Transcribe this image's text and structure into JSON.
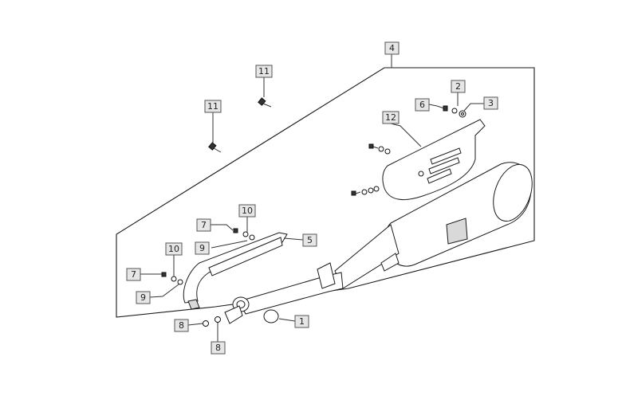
{
  "callouts": [
    {
      "id": "c4",
      "label": "4"
    },
    {
      "id": "c11a",
      "label": "11"
    },
    {
      "id": "c11b",
      "label": "11"
    },
    {
      "id": "c2",
      "label": "2"
    },
    {
      "id": "c6",
      "label": "6"
    },
    {
      "id": "c3",
      "label": "3"
    },
    {
      "id": "c12",
      "label": "12"
    },
    {
      "id": "c7a",
      "label": "7"
    },
    {
      "id": "c10a",
      "label": "10"
    },
    {
      "id": "c9a",
      "label": "9"
    },
    {
      "id": "c5",
      "label": "5"
    },
    {
      "id": "c10b",
      "label": "10"
    },
    {
      "id": "c7b",
      "label": "7"
    },
    {
      "id": "c9b",
      "label": "9"
    },
    {
      "id": "c1",
      "label": "1"
    },
    {
      "id": "c8a",
      "label": "8"
    },
    {
      "id": "c8b",
      "label": "8"
    }
  ]
}
